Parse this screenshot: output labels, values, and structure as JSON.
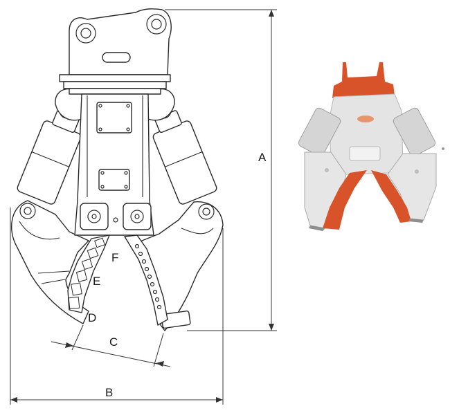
{
  "dimension_labels": {
    "A": "A",
    "B": "B",
    "C": "C",
    "D": "D",
    "E": "E",
    "F": "F"
  },
  "colors": {
    "line": "#2a2a2a",
    "photo_orange": "#d9532a",
    "photo_body": "#e6e6e6",
    "photo_shadow": "#9e9e9e",
    "photo_cylinder": "#cfcfcf"
  }
}
